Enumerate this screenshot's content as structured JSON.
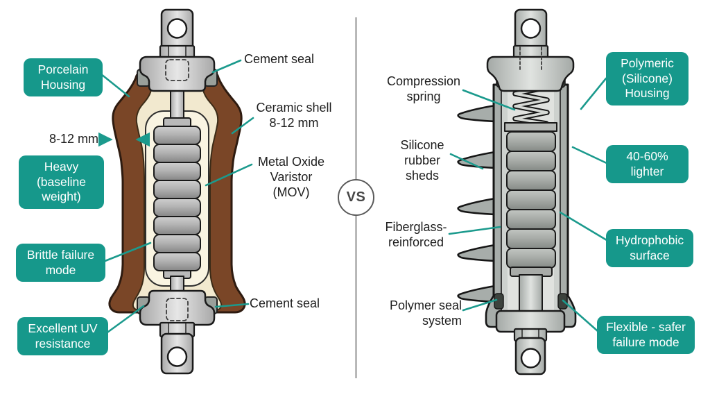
{
  "divider": {
    "vs": "VS"
  },
  "colors": {
    "accent_teal": "#16988b",
    "connector_teal": "#1b9a8d",
    "porcelain_brown": "#7a4627",
    "cream_filler": "#f2e9cf",
    "metal_gray": "#c9c9c9",
    "polymer_gray": "#a7adaa"
  },
  "left_diagram": {
    "callouts": {
      "porcelain_housing": "Porcelain\nHousing",
      "heavy": "Heavy\n(baseline\nweight)",
      "brittle": "Brittle failure\nmode",
      "uv": "Excellent UV\nresistance"
    },
    "labels": {
      "cement_seal_top": "Cement seal",
      "ceramic_shell": "Ceramic shell\n8-12 mm",
      "wall_thickness": "8-12 mm",
      "mov": "Metal Oxide\nVaristor\n(MOV)",
      "cement_seal_bottom": "Cement seal"
    }
  },
  "right_diagram": {
    "callouts": {
      "polymeric_housing": "Polymeric\n(Silicone)\nHousing",
      "lighter": "40-60%\nlighter",
      "hydrophobic": "Hydrophobic\nsurface",
      "flexible": "Flexible - safer\nfailure mode"
    },
    "labels": {
      "compression_spring": "Compression\nspring",
      "silicone_sheds": "Silicone\nrubber\nsheds",
      "fiberglass": "Fiberglass-\nreinforced",
      "polymer_seal": "Polymer seal\nsystem"
    }
  }
}
